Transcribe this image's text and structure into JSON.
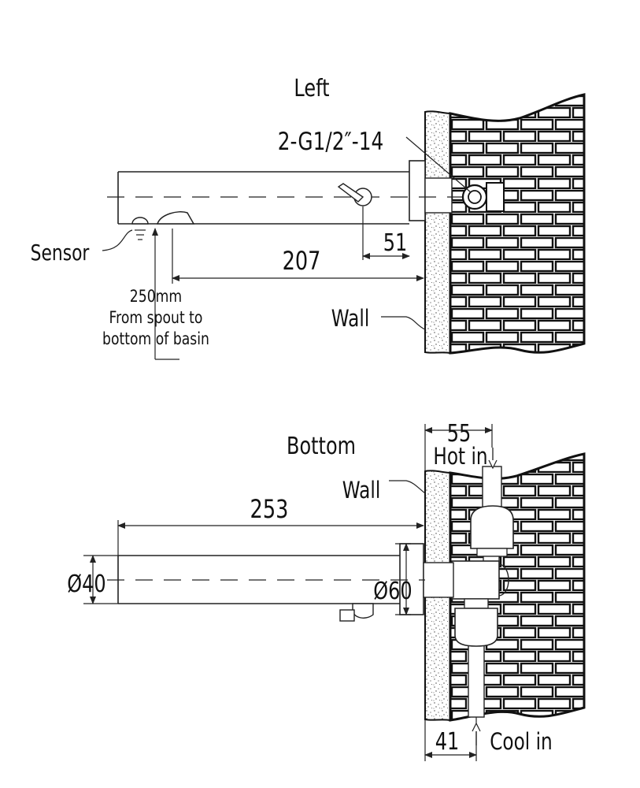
{
  "left_view": {
    "title": "Left",
    "thread_label": "2-G1/2″-14",
    "sensor_label": "Sensor",
    "dim_outlet": "51",
    "dim_projection": "207",
    "note_line1": "250mm",
    "note_line2": "From spout to",
    "note_line3": "bottom of basin",
    "wall_label": "Wall"
  },
  "bottom_view": {
    "title": "Bottom",
    "wall_label": "Wall",
    "dim_width_top": "55",
    "hot_label": "Hot in",
    "dim_length": "253",
    "dia_spout": "Ø40",
    "dia_plate": "Ø60",
    "dim_width_bottom": "41",
    "cool_label": "Cool in"
  }
}
